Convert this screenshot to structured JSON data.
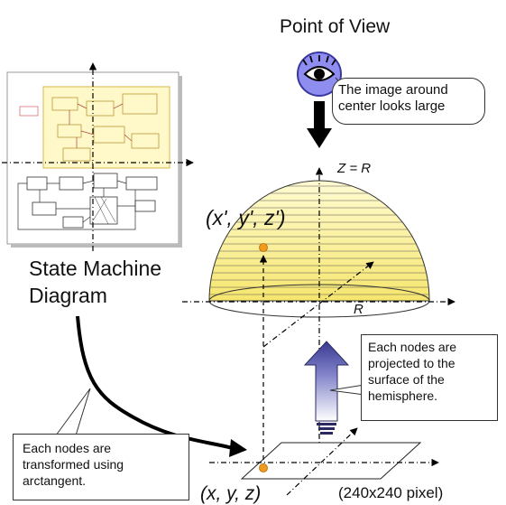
{
  "labels": {
    "point_of_view": "Point of View",
    "eye_callout": "The image around center looks large",
    "z_eq_r": "Z = R",
    "top_coord": "(x', y', z')",
    "r_label": "R",
    "state_machine": "State Machine Diagram",
    "projected_note": "Each nodes are projected to the surface of the hemisphere.",
    "transformed_note": "Each nodes are transformed using arctangent.",
    "bottom_coord": "(x, y, z)",
    "pixel_size": "(240x240 pixel)"
  },
  "colors": {
    "hemisphere_fill": "#fdf6a8",
    "eye_circle": "#8f8ef0",
    "up_arrow": "#3a3a90",
    "point": "#f29a1d"
  },
  "icons": {
    "eye": "eye-icon"
  }
}
